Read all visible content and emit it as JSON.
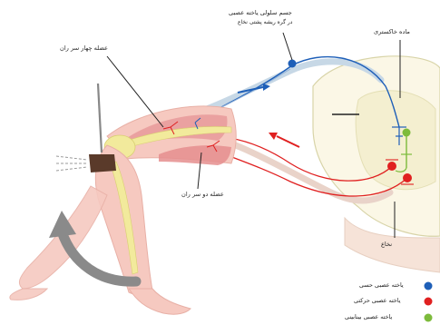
{
  "labels": {
    "cell_body_title": "جسم سلولی یاخته عصبی",
    "cell_body_sub": "در گره ریشه پشتی نخاع",
    "gray_matter": "ماده خاکستری",
    "quadriceps": "عضله چهار سر ران",
    "hamstring": "عضله دو سر ران",
    "spinal_cord": "نخاع"
  },
  "legend": [
    {
      "label": "یاخته عصبی حسی",
      "color": "#1e5fb8"
    },
    {
      "label": "یاخته عصبی حرکتی",
      "color": "#e02020"
    },
    {
      "label": "یاخته عصبی بینابینی",
      "color": "#7dbb3c"
    }
  ],
  "colors": {
    "sensory": "#1e5fb8",
    "motor": "#e02020",
    "interneuron": "#7dbb3c",
    "skin": "#f6c9c0",
    "muscle": "#e89a9a",
    "bone": "#f2ea9c",
    "nerve_fiber": "#b9cfe0",
    "cord_outline": "#d8d4a8"
  }
}
